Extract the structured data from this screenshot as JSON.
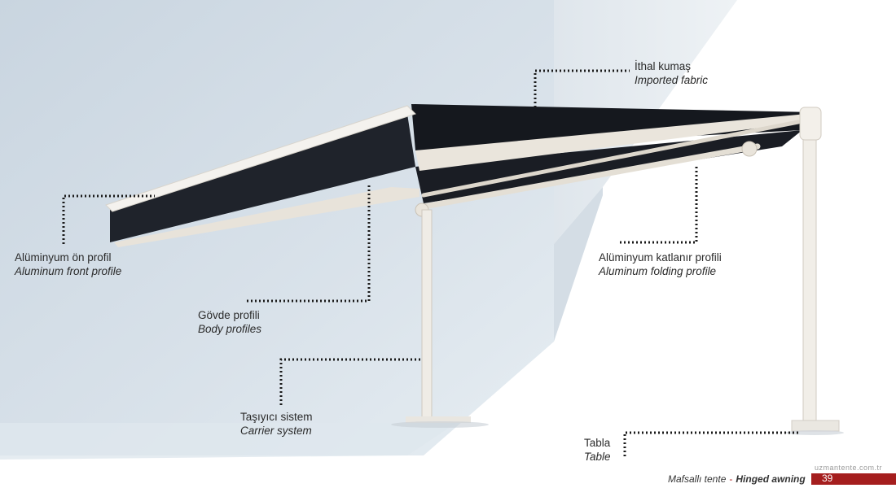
{
  "labels": {
    "fabric": {
      "tr": "İthal kumaş",
      "en": "Imported fabric"
    },
    "front": {
      "tr": "Alüminyum ön profil",
      "en": "Aluminum front profile"
    },
    "folding": {
      "tr": "Alüminyum katlanır profili",
      "en": "Aluminum folding profile"
    },
    "body": {
      "tr": "Gövde profili",
      "en": "Body profiles"
    },
    "carrier": {
      "tr": "Taşıyıcı sistem",
      "en": "Carrier system"
    },
    "table": {
      "tr": "Tabla",
      "en": "Table"
    }
  },
  "footer": {
    "website": "uzmantente.com.tr",
    "product_tr": "Mafsallı tente",
    "separator": "-",
    "product_en": "Hinged awning",
    "page_number": "39"
  },
  "colors": {
    "wall": "#d3dde6",
    "fabric": "#1a1d24",
    "frame": "#ece7df",
    "accent": "#a51e1e"
  }
}
